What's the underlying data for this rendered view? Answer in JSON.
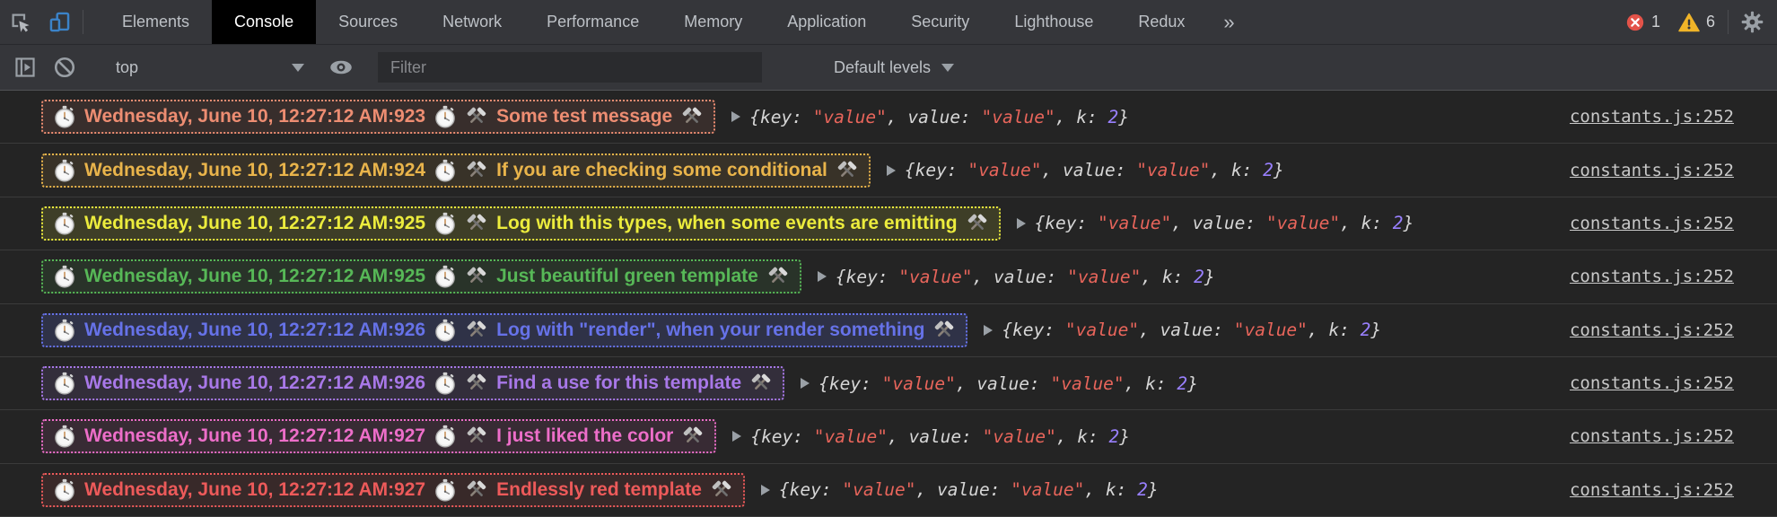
{
  "tabbar": {
    "tabs": [
      {
        "label": "Elements",
        "active": false
      },
      {
        "label": "Console",
        "active": true
      },
      {
        "label": "Sources",
        "active": false
      },
      {
        "label": "Network",
        "active": false
      },
      {
        "label": "Performance",
        "active": false
      },
      {
        "label": "Memory",
        "active": false
      },
      {
        "label": "Application",
        "active": false
      },
      {
        "label": "Security",
        "active": false
      },
      {
        "label": "Lighthouse",
        "active": false
      },
      {
        "label": "Redux",
        "active": false
      }
    ],
    "more_label": "»",
    "error_count": "1",
    "warning_count": "6"
  },
  "toolbar": {
    "context_selector": "top",
    "filter_placeholder": "Filter",
    "levels_label": "Default levels"
  },
  "console": {
    "source_link": "constants.js:252",
    "object_preview": [
      {
        "text": "{key: ",
        "type": "plain"
      },
      {
        "text": "\"value\"",
        "type": "string"
      },
      {
        "text": ", value: ",
        "type": "plain"
      },
      {
        "text": "\"value\"",
        "type": "string"
      },
      {
        "text": ", k: ",
        "type": "plain"
      },
      {
        "text": "2",
        "type": "number"
      },
      {
        "text": "}",
        "type": "plain"
      }
    ],
    "messages": [
      {
        "timestamp": "Wednesday, June 10, 12:27:12 AM:923",
        "text": "Some test message",
        "color": "#ed8d72",
        "badge_bg": "rgba(237,141,114,0.10)"
      },
      {
        "timestamp": "Wednesday, June 10, 12:27:12 AM:924",
        "text": "If you are checking some conditional",
        "color": "#e9b44b",
        "badge_bg": "rgba(233,180,75,0.10)"
      },
      {
        "timestamp": "Wednesday, June 10, 12:27:12 AM:925",
        "text": "Log with this types, when some events are emitting",
        "color": "#ecec3d",
        "badge_bg": "rgba(236,236,61,0.13)"
      },
      {
        "timestamp": "Wednesday, June 10, 12:27:12 AM:925",
        "text": "Just beautiful green template",
        "color": "#57b857",
        "badge_bg": "rgba(87,184,87,0.10)"
      },
      {
        "timestamp": "Wednesday, June 10, 12:27:12 AM:926",
        "text": "Log with \"render\", when your render something",
        "color": "#6672e8",
        "badge_bg": "rgba(102,114,232,0.18)"
      },
      {
        "timestamp": "Wednesday, June 10, 12:27:12 AM:926",
        "text": "Find a use for this template",
        "color": "#a878e8",
        "badge_bg": "rgba(168,120,232,0.12)"
      },
      {
        "timestamp": "Wednesday, June 10, 12:27:12 AM:927",
        "text": "I just liked the color",
        "color": "#ed6ec9",
        "badge_bg": "rgba(237,110,201,0.10)"
      },
      {
        "timestamp": "Wednesday, June 10, 12:27:12 AM:927",
        "text": "Endlessly red template",
        "color": "#ed5a5a",
        "badge_bg": "rgba(237,90,90,0.10)"
      }
    ]
  },
  "colors": {
    "device_toolbar_active": "#3b83c9",
    "error_badge": "#e35349",
    "warning_badge": "#f0b428",
    "string_value": "#e8655b",
    "number_value": "#9980ff",
    "active_tab_bg": "#000000"
  }
}
